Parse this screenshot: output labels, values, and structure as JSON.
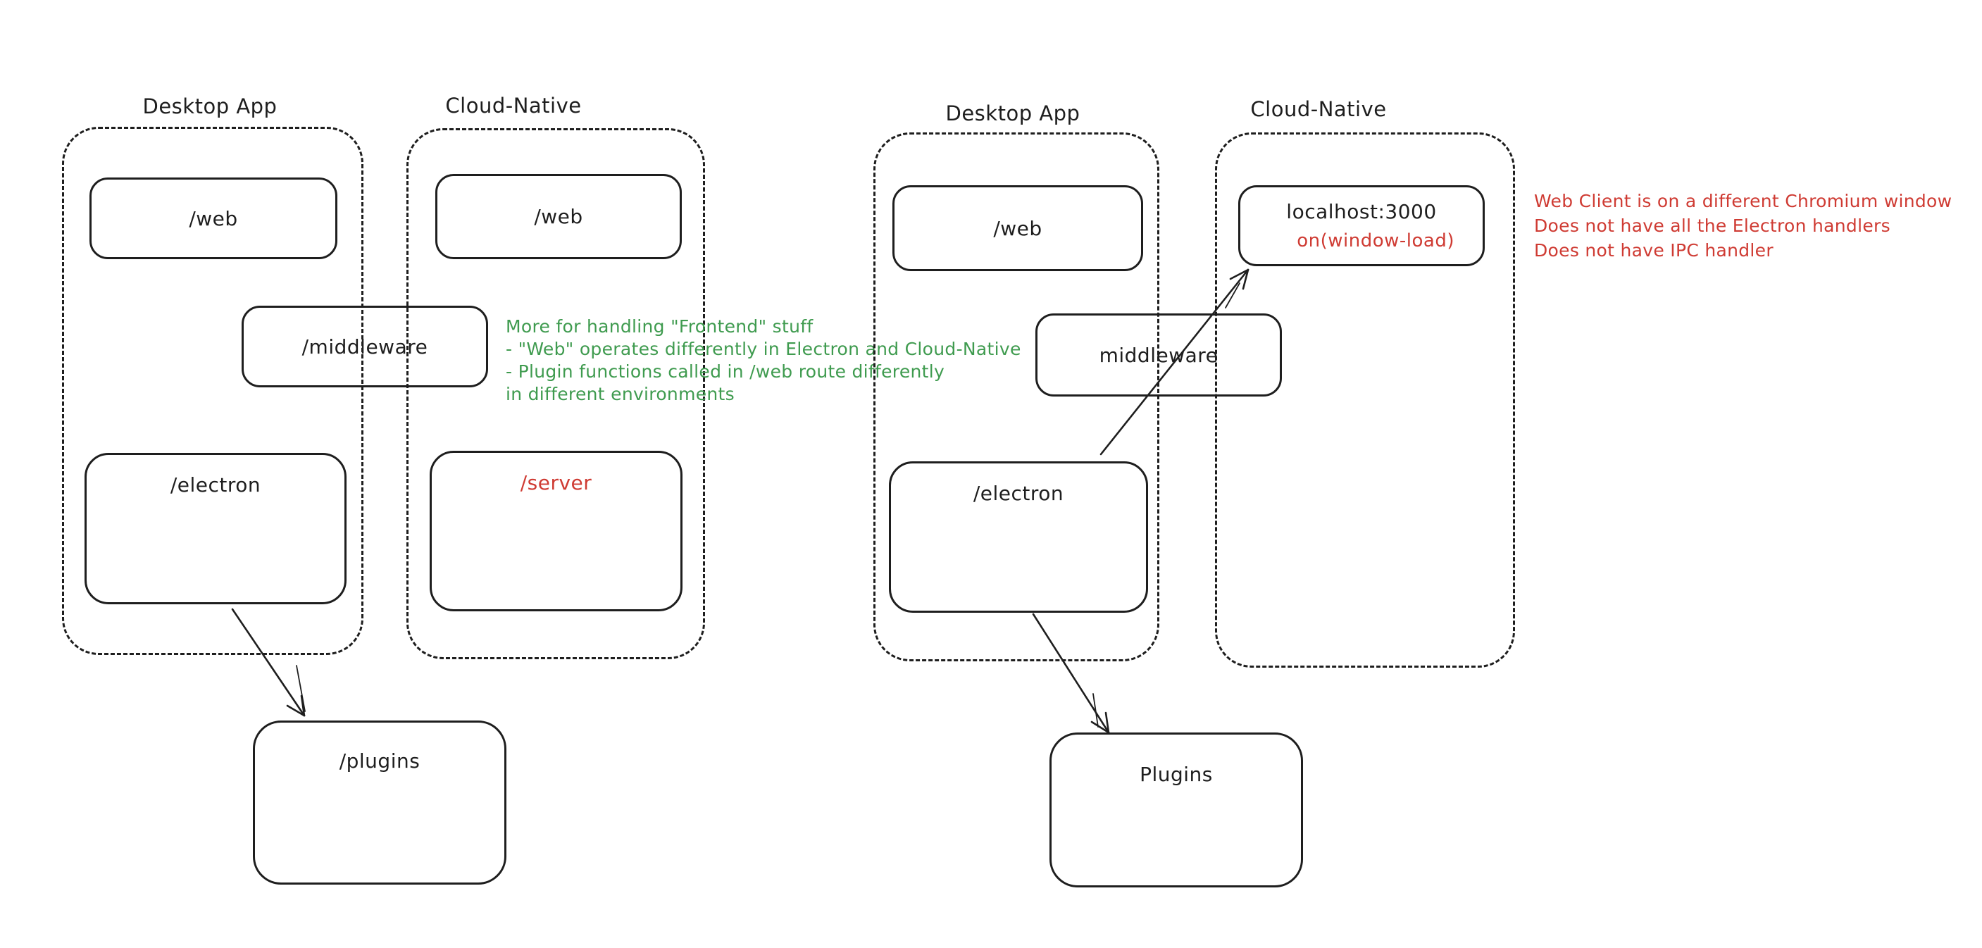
{
  "colors": {
    "stroke": "#1e1e1e",
    "green": "#3f9b4f",
    "red": "#cf3b33",
    "background": "#ffffff"
  },
  "left_scene": {
    "desktop_group": {
      "label": "Desktop App"
    },
    "cloud_group": {
      "label": "Cloud-Native"
    },
    "web_desktop_box": {
      "label": "/web"
    },
    "web_cloud_box": {
      "label": "/web"
    },
    "middleware_box": {
      "label": "/middleware"
    },
    "electron_box": {
      "label": "/electron"
    },
    "server_box": {
      "label": "/server",
      "label_color": "red"
    },
    "plugins_box": {
      "label": "/plugins"
    },
    "annotation": {
      "color": "green",
      "lines": [
        "More for handling \"Frontend\" stuff",
        "- \"Web\" operates differently in Electron and Cloud-Native",
        "- Plugin functions called in /web route differently",
        "in different environments"
      ]
    }
  },
  "right_scene": {
    "desktop_group": {
      "label": "Desktop App"
    },
    "cloud_group": {
      "label": "Cloud-Native"
    },
    "web_desktop_box": {
      "label": "/web"
    },
    "middleware_box": {
      "label": "middleware"
    },
    "electron_box": {
      "label": "/electron"
    },
    "localhost_box": {
      "title": "localhost:3000",
      "subtitle": "on(window-load)",
      "subtitle_color": "red"
    },
    "plugins_box": {
      "label": "Plugins"
    },
    "annotation": {
      "color": "red",
      "lines": [
        "Web Client is on a different Chromium window",
        "Does not have all the Electron handlers",
        "Does not have IPC handler"
      ]
    }
  }
}
